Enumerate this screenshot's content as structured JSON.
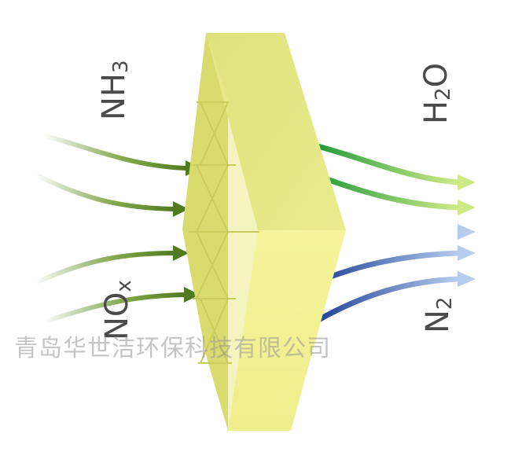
{
  "labels": {
    "nh3": {
      "main": "NH",
      "sub": "3"
    },
    "nox": {
      "main": "NO",
      "sub": "x"
    },
    "h2o": {
      "pre": "H",
      "sub": "2",
      "post": "O"
    },
    "n2": {
      "main": "N",
      "sub": "2"
    }
  },
  "watermark": "青岛华世洁环保科技有限公司",
  "colors": {
    "catalyst_top": "#e3e582",
    "catalyst_left": "#d6d86a",
    "catalyst_front": "#f4f398",
    "inlet_arrow": "#5e8a25",
    "outlet_green": "#2a9f3e",
    "outlet_blue": "#1e4aa0",
    "label": "#4a4a4a"
  }
}
